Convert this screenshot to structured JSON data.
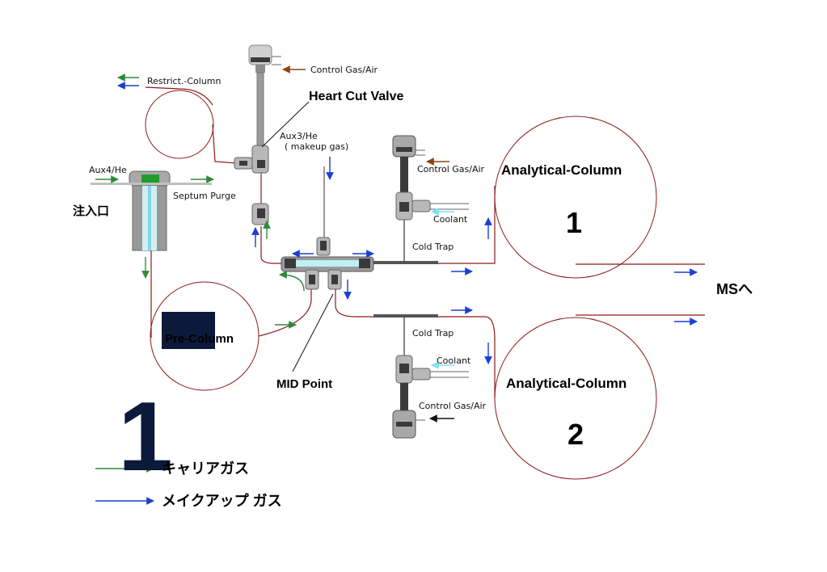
{
  "labels": {
    "restrict_column": "Restrict.-Column",
    "control_gas_top": "Control Gas/Air",
    "heart_cut_valve": "Heart Cut Valve",
    "aux3_he": "Aux3/He",
    "makeup_gas": "( makeup gas)",
    "aux4_he": "Aux4/He",
    "septum_purge": "Septum Purge",
    "injector": "注入口",
    "control_gas_upper_trap": "Control Gas/Air",
    "coolant_upper": "Coolant",
    "cold_trap_upper": "Cold Trap",
    "analytical_column_1": "Analytical-Column",
    "column_1_number": "1",
    "ms": "MSへ",
    "pre_column": "Pre-Column",
    "mid_point": "MID Point",
    "cold_trap_lower": "Cold Trap",
    "coolant_lower": "Coolant",
    "control_gas_lower_trap": "Control Gas/Air",
    "analytical_column_2": "Analytical-Column",
    "column_2_number": "2",
    "slide_number": "1"
  },
  "legend": {
    "carrier_gas": "キャリアガス",
    "makeup_gas": "メイクアップ ガス"
  },
  "colors": {
    "carrier_gas_arrow": "#2e8b3a",
    "makeup_gas_arrow": "#1a3fd6",
    "column_line": "#8b1a1a",
    "coolant_arrow": "#7fe0f0",
    "control_gas_arrow": "#8b4513",
    "slide_number": "#0b1a3a",
    "pre_column_box": "#0b1a3a"
  }
}
